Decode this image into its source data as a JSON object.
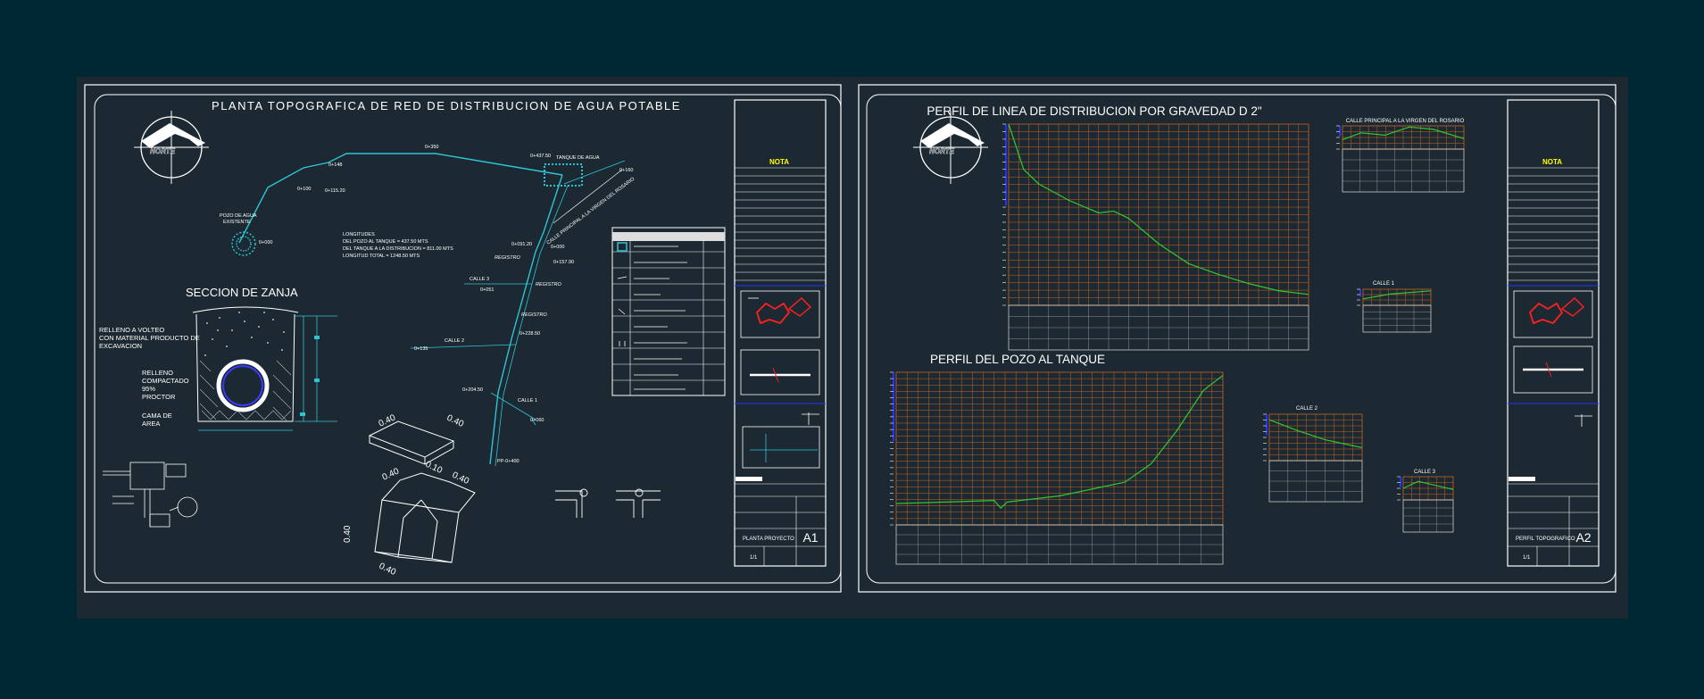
{
  "colors": {
    "screen": "#002833",
    "drawing_bg": "#1c2932",
    "frame": "#ffffff",
    "grid": "#c8641e",
    "profile": "#32c832",
    "pipe": "#2ec4d6",
    "accent_blue": "#2233ff",
    "nota": "#ffff00",
    "red": "#ff2020"
  },
  "sheet1": {
    "title": "PLANTA TOPOGRAFICA DE RED DE DISTRIBUCION DE AGUA POTABLE",
    "logo": "NORTE",
    "section_title": "SECCION DE ZANJA",
    "trench_labels": [
      "RELLENO A VOLTEO",
      "CON MATERIAL PRODUCTO DE",
      "EXCAVACION",
      "RELLENO",
      "COMPACTADO",
      "95%",
      "PROCTOR",
      "CAMA DE",
      "AREA"
    ],
    "map_labels": {
      "pozo": [
        "POZO DE AGUA",
        "EXISTENTE"
      ],
      "tanque": "TANQUE DE AGUA",
      "longitudes": [
        "LONGITUDES",
        "DEL POZO AL TANQUE        = 437.50 MTS",
        "DEL TANQUE A LA DISTRIBUCION = 811.00 MTS",
        "LONGITUD TOTAL             = 1248.50 MTS"
      ],
      "registro": [
        "REGISTRO",
        "REGISTRO",
        "REGISTRO"
      ],
      "calles": [
        "CALLE 3",
        "CALLE 2",
        "CALLE 1"
      ],
      "calle_principal": "CALLE PRINCIPAL A LA VIRGEN DEL ROSARIO",
      "stations": [
        "0+000",
        "0+100",
        "0+115.20",
        "0+148",
        "0+350",
        "0+437.50",
        "0+160",
        "0+000",
        "0+091.20",
        "0+157.90",
        "0+051",
        "0+228.50",
        "0+135",
        "0+204.50",
        "0+060",
        "PP-0+400"
      ]
    },
    "dimensions": [
      "0.40",
      "0.40",
      "0.10",
      "0.40",
      "0.40",
      "0.40",
      "0.40"
    ],
    "title_block": {
      "nota": "NOTA",
      "sheet": "A1",
      "plano": "PLANTA PROYECTO",
      "escala": "1/1"
    }
  },
  "sheet2": {
    "title_main": "PERFIL DE LINEA DE DISTRIBUCION POR GRAVEDAD D 2\"",
    "title_pozo": "PERFIL DEL POZO AL TANQUE",
    "logo": "NORTE",
    "small_titles": [
      "CALLE PRINCIPAL A LA VIRGEN DEL ROSARIO",
      "CALLE 1",
      "CALLE 2",
      "CALLE 3"
    ],
    "title_block": {
      "nota": "NOTA",
      "sheet": "A2",
      "plano": "PERFIL TOPOGRAFICO",
      "escala": "1/1"
    }
  }
}
